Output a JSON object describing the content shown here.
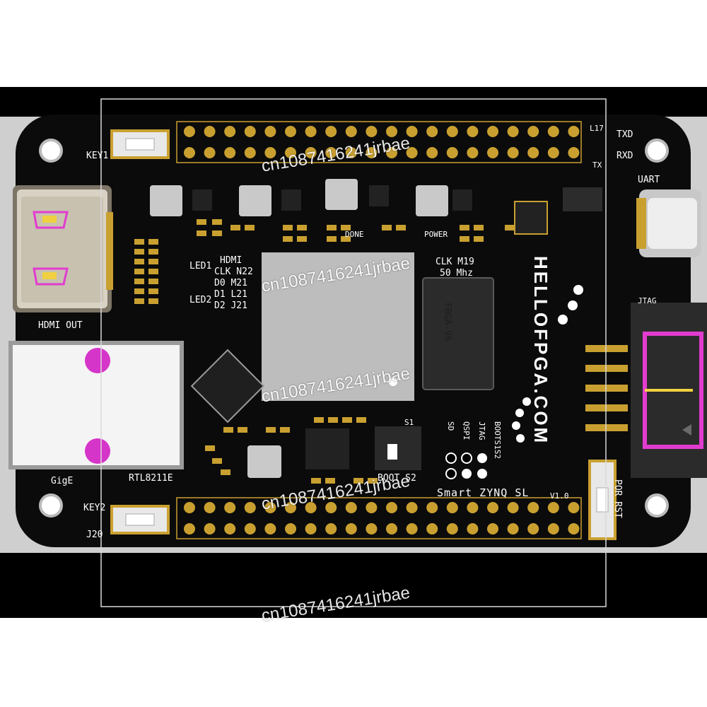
{
  "silkscreen": {
    "key1": "KEY1",
    "key2": "KEY2",
    "j20": "J20",
    "hdmi_out": "HDMI OUT",
    "gige": "GigE",
    "rtl": "RTL8211E",
    "led1": "LED1",
    "led2": "LED2",
    "hdmi_block": [
      "HDMI",
      "CLK N22",
      "D0  M21",
      "D1  L21",
      "D2  J21"
    ],
    "clk": [
      "CLK M19",
      "50 Mhz"
    ],
    "power": "POWER",
    "done": "DONE",
    "uart": "UART",
    "txd": "TXD",
    "rxd": "RXD",
    "tx": "TX",
    "l17": "L17",
    "jtag": "JTAG",
    "por_rst": "POR RST",
    "boot": "BOOT S2",
    "s1": "S1",
    "boot_modes": [
      "SD",
      "QSPI",
      "JTAG",
      "BOOTS1S2"
    ],
    "board_name": "Smart ZYNQ SL",
    "version": "V1.0",
    "fbga": "FBGA-96",
    "brand": "HELLOFPGA.COM"
  },
  "watermark": "cn1087416241jrbae",
  "colors": {
    "pcb": "#0b0b0b",
    "silk": "#ffffff",
    "gold": "#c9a030",
    "magenta": "#e23ccf",
    "chip": "#bdbdbd"
  }
}
